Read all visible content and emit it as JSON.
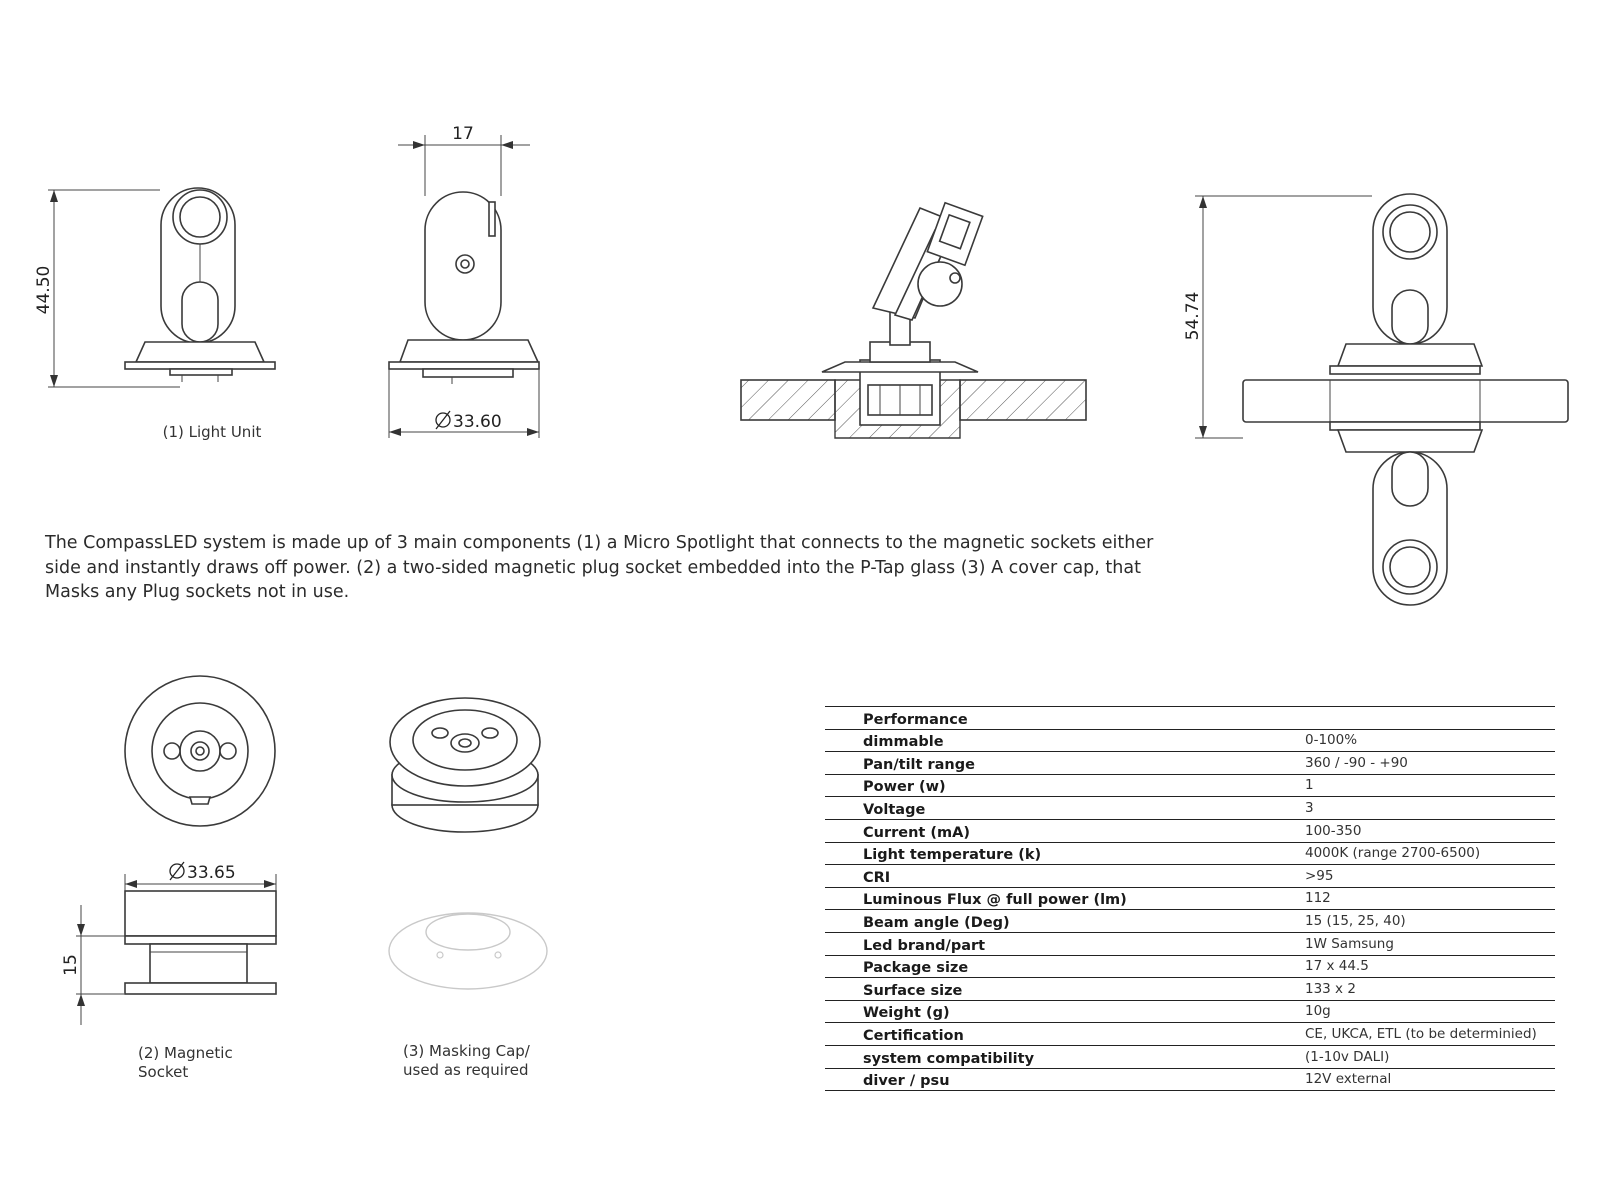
{
  "dimensions": {
    "light_unit_height": "44.50",
    "light_unit_width": "17",
    "light_unit_diameter": "33.60",
    "assembly_height": "54.74",
    "socket_diameter": "33.65",
    "socket_height": "15"
  },
  "captions": {
    "light_unit": "(1) Light Unit",
    "socket_line1": "(2) Magnetic",
    "socket_line2": "Socket",
    "cap_line1": "(3) Masking Cap/",
    "cap_line2": "used as required"
  },
  "intro": {
    "line1": "The CompassLED  system is made up of 3 main components (1)  a Micro Spotlight that connects to the magnetic sockets either",
    "line2": "side and instantly draws off power.  (2) a two-sided magnetic plug socket embedded into the P-Tap glass (3) A cover cap, that",
    "line3": "Masks any Plug sockets not in use."
  },
  "spec": {
    "header": "Performance",
    "rows": [
      {
        "prop": "dimmable",
        "value": "0-100%"
      },
      {
        "prop": "Pan/tilt range",
        "value": "360 / -90 - +90"
      },
      {
        "prop": "Power (w)",
        "value": "1"
      },
      {
        "prop": "Voltage",
        "value": "3"
      },
      {
        "prop": "Current (mA)",
        "value": "100-350"
      },
      {
        "prop": "Light temperature (k)",
        "value": "4000K (range 2700-6500)"
      },
      {
        "prop": "CRI",
        "value": ">95"
      },
      {
        "prop": "Luminous Flux @ full power (lm)",
        "value": "112"
      },
      {
        "prop": "Beam angle (Deg)",
        "value": "15  (15, 25, 40)"
      },
      {
        "prop": "Led brand/part",
        "value": "1W Samsung"
      },
      {
        "prop": "Package size",
        "value": "17 x 44.5"
      },
      {
        "prop": "Surface size",
        "value": "133 x 2"
      },
      {
        "prop": "Weight (g)",
        "value": "10g"
      },
      {
        "prop": "Certification",
        "value": "CE, UKCA, ETL  (to be determinied)"
      },
      {
        "prop": "system compatibility",
        "value": "(1-10v DALI)"
      },
      {
        "prop": "diver / psu",
        "value": "12V external"
      }
    ]
  }
}
